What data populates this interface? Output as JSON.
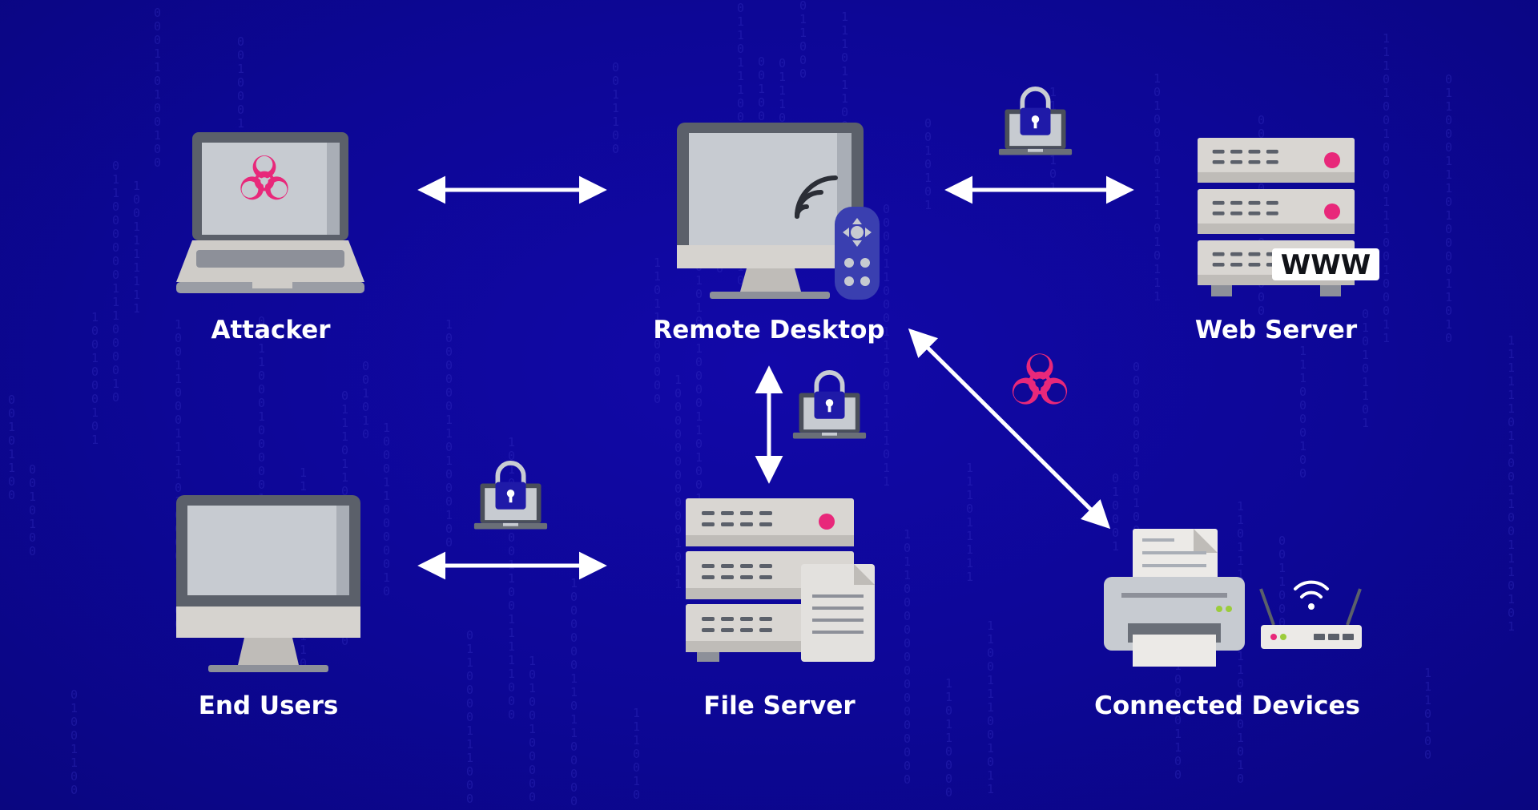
{
  "nodes": {
    "attacker": {
      "label": "Attacker",
      "icon": "infected-laptop-icon"
    },
    "remote_desktop": {
      "label": "Remote Desktop",
      "icon": "remote-desktop-icon"
    },
    "web_server": {
      "label": "Web Server",
      "icon": "web-server-icon",
      "badge": "WWW"
    },
    "end_users": {
      "label": "End Users",
      "icon": "monitor-icon"
    },
    "file_server": {
      "label": "File Server",
      "icon": "file-server-icon"
    },
    "connected_devices": {
      "label": "Connected Devices",
      "icon": "printer-router-icon"
    }
  },
  "edges": [
    {
      "from": "attacker",
      "to": "remote_desktop",
      "secured": false
    },
    {
      "from": "remote_desktop",
      "to": "web_server",
      "secured": true
    },
    {
      "from": "remote_desktop",
      "to": "file_server",
      "secured": true
    },
    {
      "from": "end_users",
      "to": "file_server",
      "secured": true
    },
    {
      "from": "remote_desktop",
      "to": "connected_devices",
      "infected": true
    }
  ],
  "colors": {
    "background": "#0d0796",
    "biohazard": "#e8287a",
    "arrow": "#ffffff",
    "lock": "#1f1aa8"
  }
}
